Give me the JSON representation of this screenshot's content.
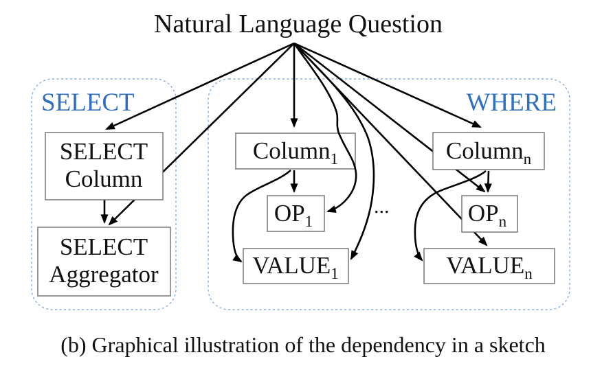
{
  "diagram": {
    "title": "Natural Language Question",
    "caption": "(b) Graphical illustration of the dependency in a sketch",
    "ellipsis": "...",
    "groups": {
      "select": {
        "label": "SELECT"
      },
      "where": {
        "label": "WHERE"
      }
    },
    "nodes": {
      "select_column": {
        "line1": "SELECT",
        "line2": "Column"
      },
      "select_aggregator": {
        "line1": "SELECT",
        "line2": "Aggregator"
      },
      "where_column_1": {
        "label": "Column",
        "sub": "1"
      },
      "where_op_1": {
        "label": "OP",
        "sub": "1"
      },
      "where_value_1": {
        "label": "VALUE",
        "sub": "1"
      },
      "where_column_n": {
        "label": "Column",
        "sub": "n"
      },
      "where_op_n": {
        "label": "OP",
        "sub": "n"
      },
      "where_value_n": {
        "label": "VALUE",
        "sub": "n"
      }
    },
    "colors": {
      "group_label": "#2f6fc1",
      "group_border": "#85abdc",
      "edge": "#000000",
      "node_border": "#6f6f6f"
    }
  }
}
